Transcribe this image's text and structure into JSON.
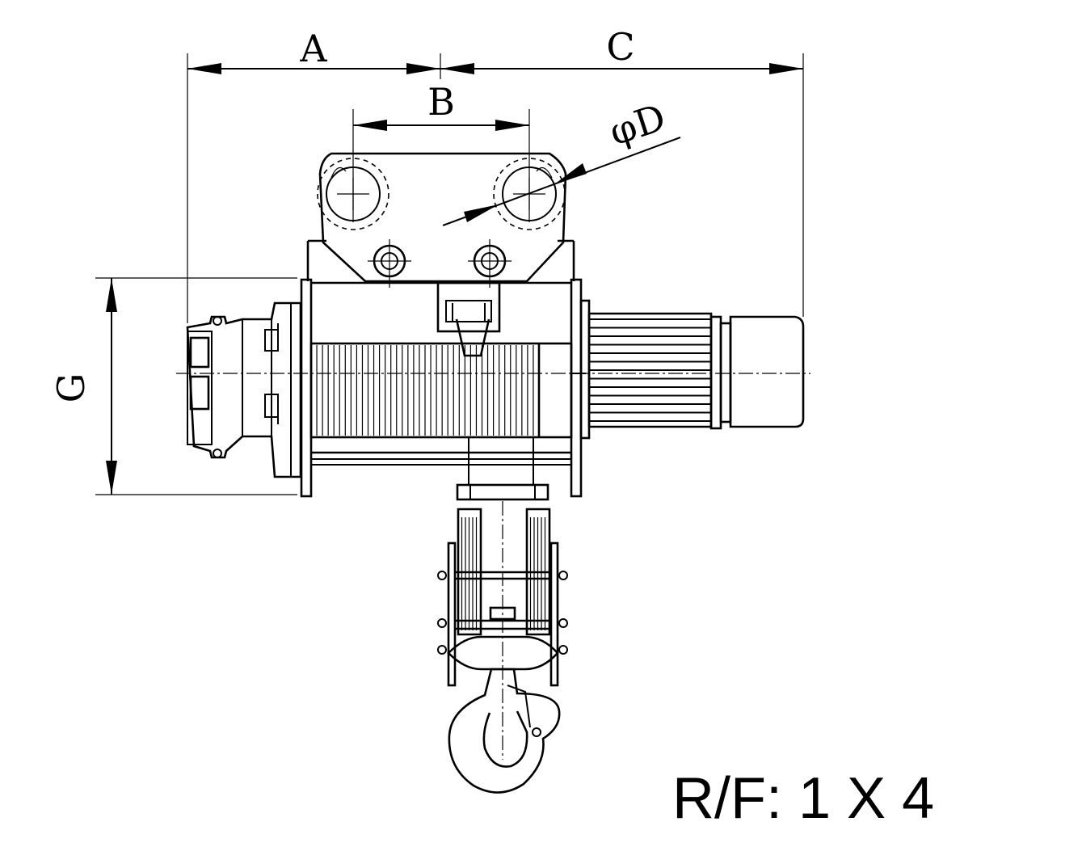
{
  "dimensions": {
    "A": "A",
    "B": "B",
    "C": "C",
    "D": "φD",
    "G": "G"
  },
  "reeving_ratio": "R/F:  1 X 4",
  "drum_grooves": 40,
  "motor_fins": 12
}
